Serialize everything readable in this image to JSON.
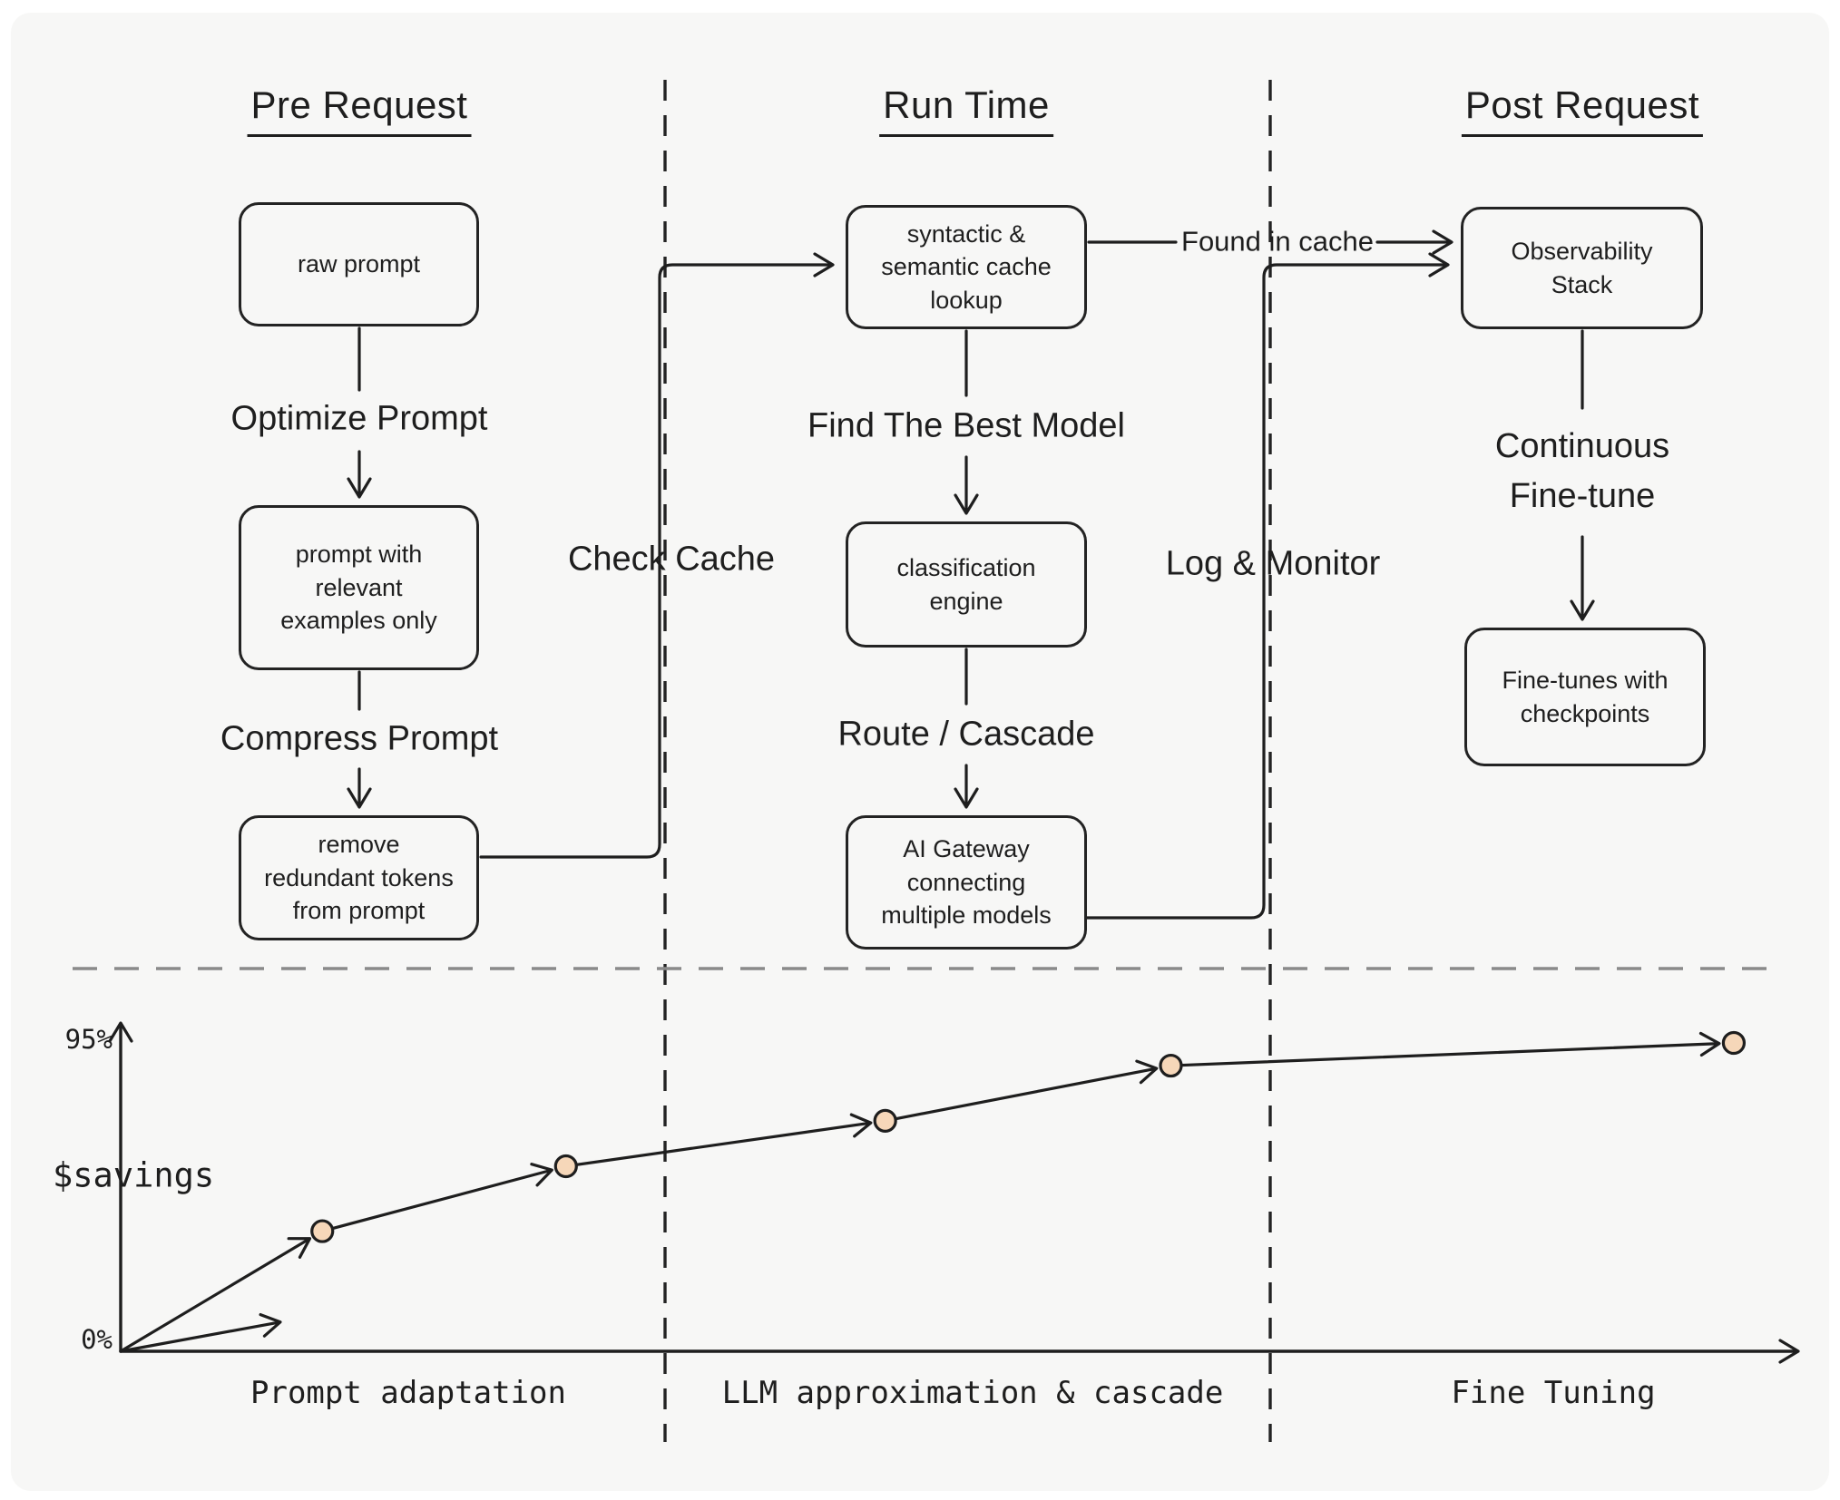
{
  "diagram": {
    "phases": [
      {
        "title": "Pre Request"
      },
      {
        "title": "Run Time"
      },
      {
        "title": "Post Request"
      }
    ],
    "boxes": {
      "raw_prompt": "raw prompt",
      "relevant_examples": "prompt with relevant examples only",
      "remove_redundant": "remove redundant tokens from prompt",
      "cache_lookup": "syntactic & semantic cache lookup",
      "classification": "classification engine",
      "gateway": "AI Gateway connecting multiple models",
      "observability": "Observability Stack",
      "fine_tunes": "Fine-tunes with checkpoints"
    },
    "edge_labels": {
      "optimize": "Optimize Prompt",
      "compress": "Compress Prompt",
      "check_cache": "Check Cache",
      "find_best": "Find The Best Model",
      "route_cascade": "Route / Cascade",
      "found_in_cache": "Found in cache",
      "log_monitor": "Log & Monitor",
      "continuous_finetune": "Continuous Fine-tune"
    }
  },
  "chart": {
    "ylabel": "$savings",
    "ytick_top": "95%",
    "ytick_bottom": "0%",
    "x_sections": [
      "Prompt adaptation",
      "LLM approximation & cascade",
      "Fine Tuning"
    ]
  },
  "chart_data": {
    "type": "line",
    "title": "",
    "xlabel": "",
    "ylabel": "$savings",
    "yticks": [
      "0%",
      "95%"
    ],
    "ylim": [
      0,
      95
    ],
    "x_sections": [
      "Prompt adaptation",
      "LLM approximation & cascade",
      "Fine Tuning"
    ],
    "legend": "none",
    "grid": "off",
    "points": [
      {
        "x_frac": 0.0,
        "savings_pct": 0
      },
      {
        "x_frac": 0.12,
        "savings_pct": 37
      },
      {
        "x_frac": 0.265,
        "savings_pct": 57
      },
      {
        "x_frac": 0.455,
        "savings_pct": 71
      },
      {
        "x_frac": 0.625,
        "savings_pct": 88
      },
      {
        "x_frac": 0.96,
        "savings_pct": 95
      }
    ],
    "baseline_arrow": {
      "x_frac": 0.095,
      "savings_pct": 9
    },
    "marker_color": "#f6d7b9",
    "line_color": "#1e1e1e"
  },
  "colors": {
    "canvas": "#f7f7f6",
    "ink": "#1e1e1e",
    "separator_gray": "#8a8a8a",
    "dot_fill": "#f6d7b9"
  }
}
